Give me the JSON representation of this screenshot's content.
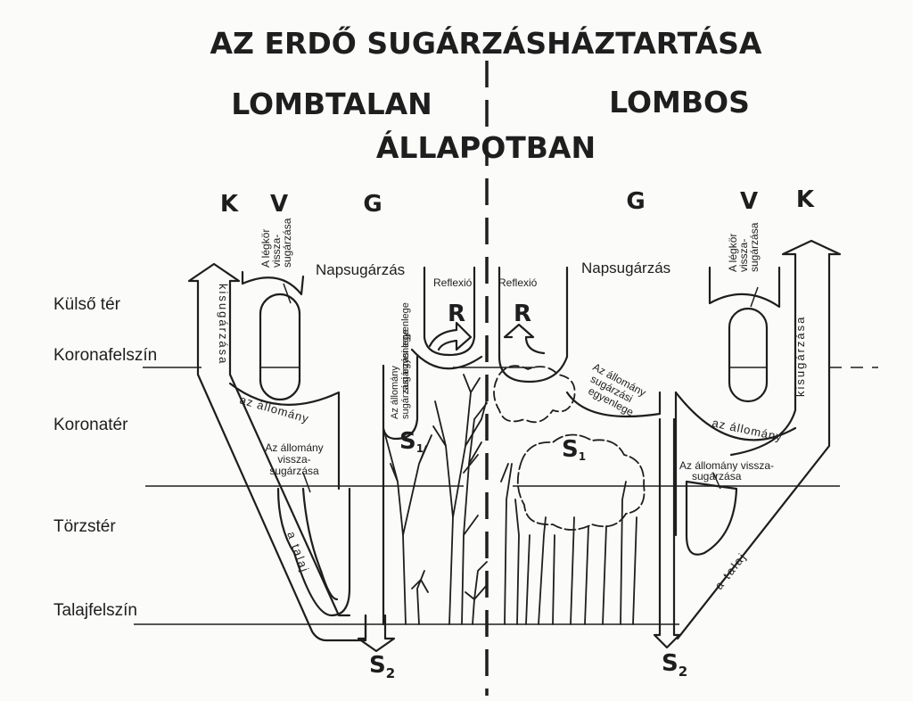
{
  "title": {
    "main": "AZ ERDŐ SUGÁRZÁSHÁZTARTÁSA",
    "left": "LOMBTALAN",
    "right": "LOMBOS",
    "center": "ÁLLAPOTBAN"
  },
  "columns": {
    "left": [
      "K",
      "V",
      "G"
    ],
    "right": [
      "G",
      "V",
      "K"
    ]
  },
  "rows": [
    "Külső tér",
    "Koronafelszín",
    "Koronatér",
    "Törzstér",
    "Talajfelszín"
  ],
  "labels": {
    "napsugarzas": "Napsugárzás",
    "reflexio": "Reflexió",
    "R": "R",
    "legkor_1": "A légkör",
    "legkor_2": "vissza-",
    "legkor_3": "sugárzása",
    "kisugarzasa": "kisugárzása",
    "az_allomany": "az állomány",
    "vissza_left_1": "Az állomány",
    "vissza_left_2": "vissza-",
    "vissza_left_3": "sugárzása",
    "vissza_right_1": "Az állomány vissza-",
    "vissza_right_2": "sugárzása",
    "a_talaj": "a talaj",
    "egyenleg_left_1": "Az állomány",
    "egyenleg_left_2": "sugárzási egyenlege",
    "egyenleg_right_1": "Az állomány",
    "egyenleg_right_2": "sugárzási",
    "egyenleg_right_3": "egyenlege",
    "S": "S",
    "sub1": "1",
    "sub2": "2"
  }
}
